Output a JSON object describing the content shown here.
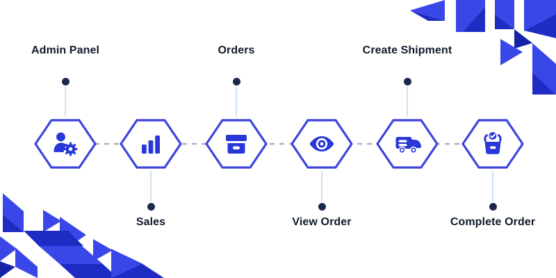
{
  "workflow": {
    "description": "Order processing workflow",
    "steps": [
      {
        "label": "Admin Panel",
        "icon": "admin-user-gear",
        "label_position": "top"
      },
      {
        "label": "Sales",
        "icon": "bar-chart",
        "label_position": "bottom"
      },
      {
        "label": "Orders",
        "icon": "archive-box",
        "label_position": "top"
      },
      {
        "label": "View Order",
        "icon": "eye",
        "label_position": "bottom"
      },
      {
        "label": "Create Shipment",
        "icon": "delivery-truck",
        "label_position": "top"
      },
      {
        "label": "Complete Order",
        "icon": "box-check",
        "label_position": "bottom"
      }
    ]
  },
  "colors": {
    "background": "#ffffff",
    "hexagon_stroke": "#3c43e0",
    "hexagon_fill": "#ffffff",
    "icon_blue": "#2737d8",
    "label_text": "#101a2b",
    "connector_dot": "#1b2a4c",
    "connector_vertical_line": "#cfe1f1",
    "connector_dashed_line": "#a9b1bd",
    "mosaic_bright": "#3a47e8",
    "mosaic_dark": "#1f2cc4",
    "mosaic_deep": "#1523a8"
  },
  "decorations": {
    "top_right": "triangle-mosaic",
    "bottom_left": "triangle-mosaic"
  }
}
